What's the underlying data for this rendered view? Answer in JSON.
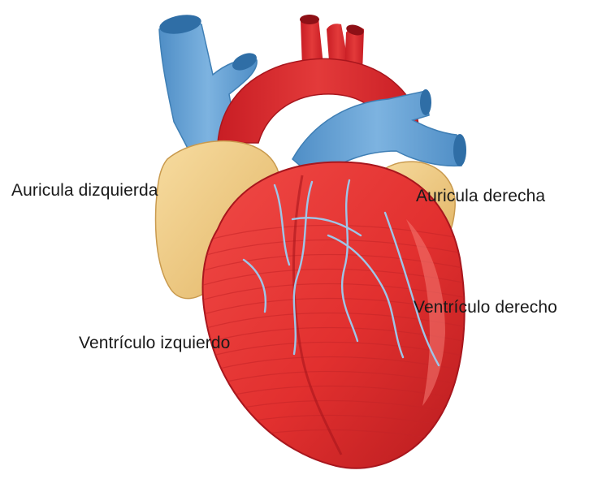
{
  "labels": {
    "left_atrium": "Auricula dizquierda",
    "right_atrium": "Auricula derecha",
    "right_ventricle": "Ventrículo derecho",
    "left_ventricle": "Ventrículo izquierdo"
  },
  "colors": {
    "muscle": "#e2302f",
    "muscle_dark": "#b81c1f",
    "muscle_light": "#f25a55",
    "artery": "#d4232a",
    "vein": "#5b9bd0",
    "vein_dark": "#3f7fb5",
    "atrium": "#f2cf8a",
    "atrium_dark": "#d9aa5c",
    "vessel_line": "#9ec5e8"
  }
}
